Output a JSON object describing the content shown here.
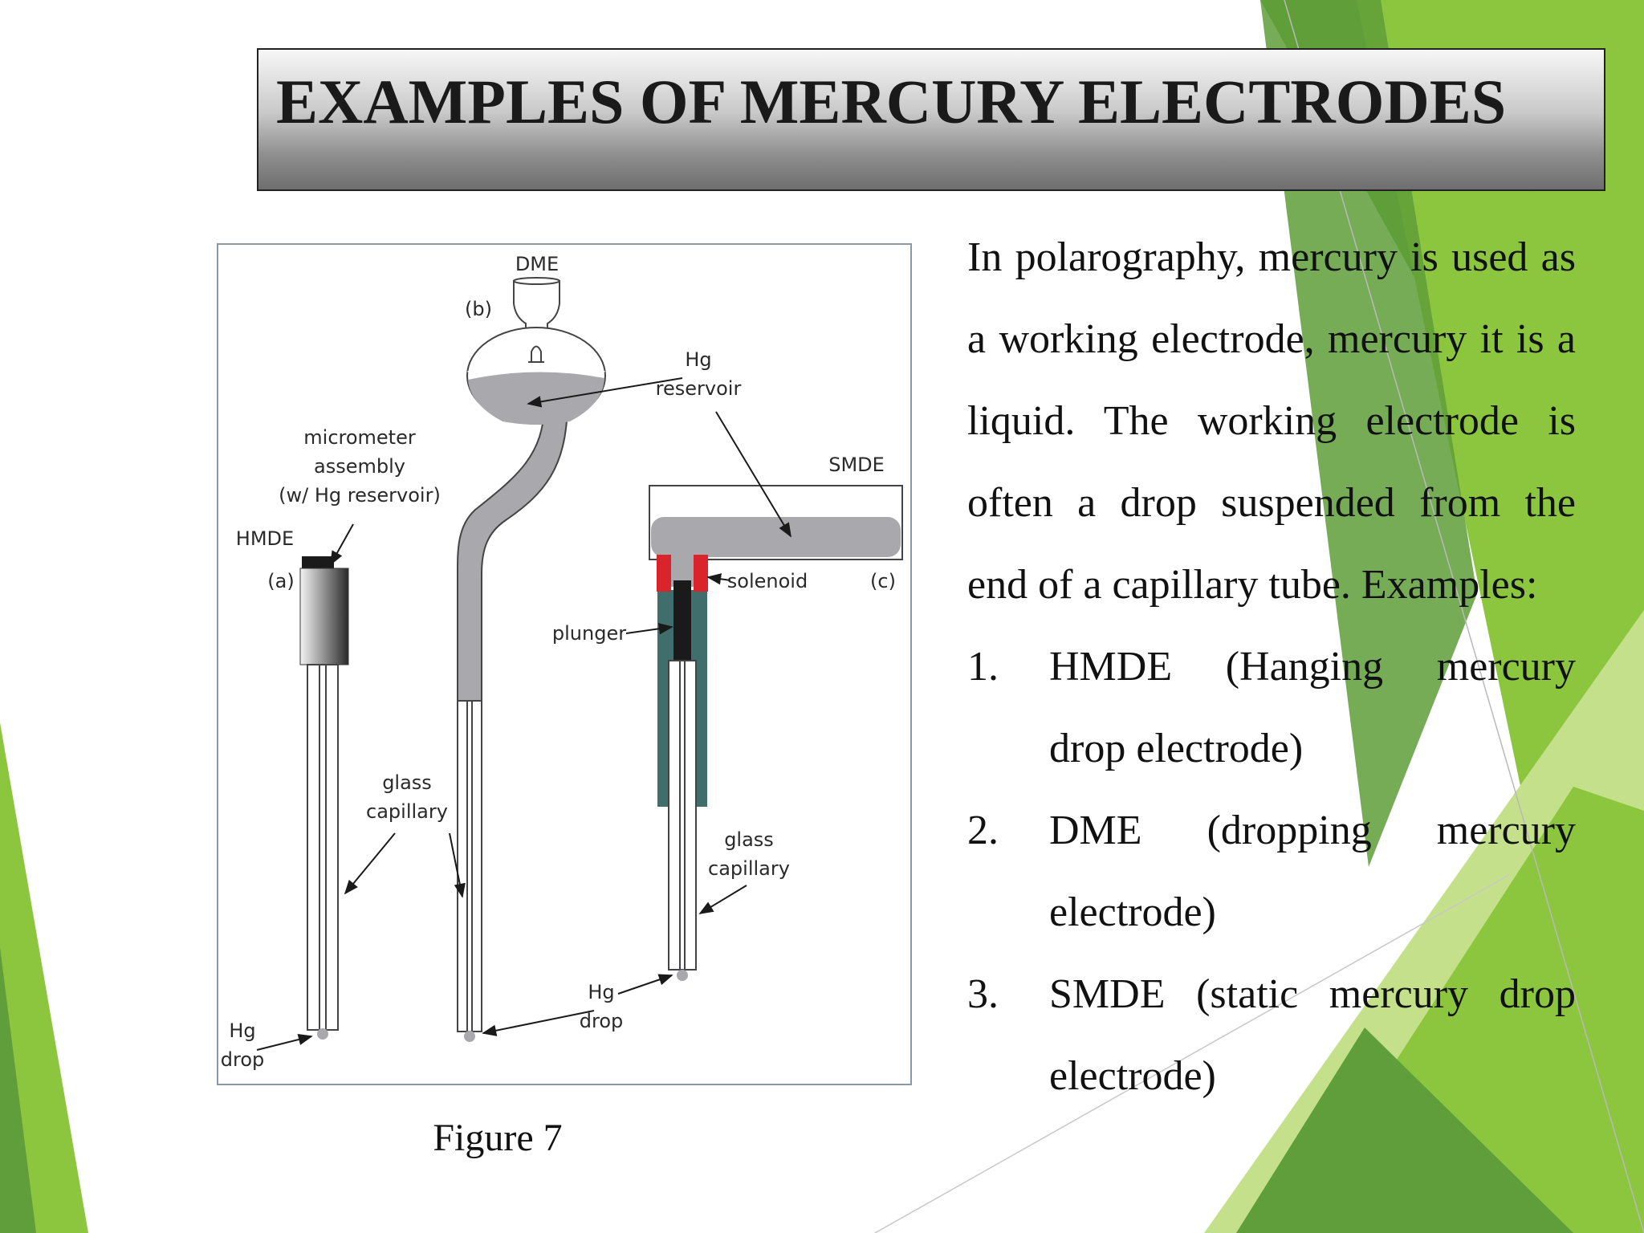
{
  "title": "EXAMPLES OF MERCURY ELECTRODES",
  "figure": {
    "caption": "Figure 7",
    "labels": {
      "dme": "DME",
      "b": "(b)",
      "hg": "Hg",
      "reservoir": "reservoir",
      "micrometer": "micrometer",
      "assembly": "assembly",
      "w_hg_reservoir": "(w/ Hg reservoir)",
      "hmde": "HMDE",
      "a": "(a)",
      "smde": "SMDE",
      "solenoid": "solenoid",
      "c": "(c)",
      "plunger": "plunger",
      "glass": "glass",
      "capillary": "capillary",
      "drop": "drop"
    },
    "colors": {
      "mercury": "#a9a9ad",
      "solenoid": "#d8242a",
      "housing": "#3f6e6c",
      "plunger": "#1a1a1a"
    }
  },
  "text": {
    "intro": "In polarography, mercury is used as a working electrode, mercury it is a liquid. The working electrode is often a drop suspended from the end of a capillary tube. Examples:",
    "examples": [
      {
        "num": "1.",
        "text": "HMDE (Hanging mercury drop electrode)"
      },
      {
        "num": "2.",
        "text": "DME (dropping mercury electrode)"
      },
      {
        "num": "3.",
        "text": "SMDE (static mercury drop electrode)"
      }
    ]
  },
  "theme": {
    "green_light": "#c5e08a",
    "green_mid": "#8cc63f",
    "green_dark": "#5f9e3a"
  }
}
